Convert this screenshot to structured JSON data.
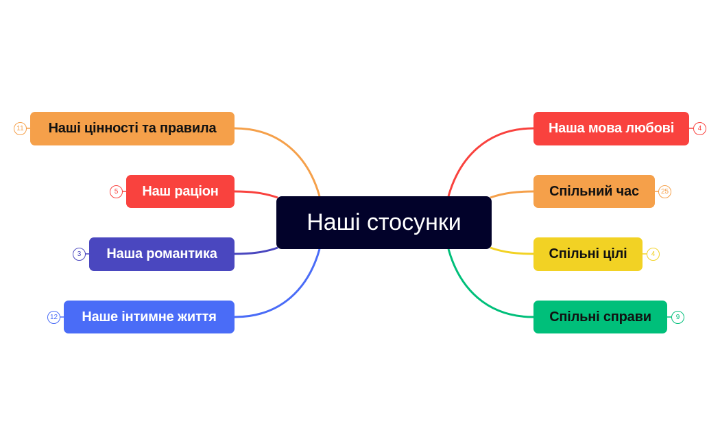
{
  "mindmap": {
    "central": {
      "label": "Наші стосунки",
      "color": "#02022a",
      "text_color": "#ffffff"
    },
    "left_branches": [
      {
        "label": "Наші цінності та правила",
        "count": "11",
        "color": "#F5A04A",
        "text_color": "#111111"
      },
      {
        "label": "Наш раціон",
        "count": "5",
        "color": "#F9423E",
        "text_color": "#ffffff"
      },
      {
        "label": "Наша романтика",
        "count": "3",
        "color": "#4A47BF",
        "text_color": "#ffffff"
      },
      {
        "label": "Наше інтимне життя",
        "count": "12",
        "color": "#4A6CF7",
        "text_color": "#ffffff"
      }
    ],
    "right_branches": [
      {
        "label": "Наша мова любові",
        "count": "4",
        "color": "#F9423E",
        "text_color": "#ffffff"
      },
      {
        "label": "Спільний час",
        "count": "25",
        "color": "#F5A04A",
        "text_color": "#111111"
      },
      {
        "label": "Спільні цілі",
        "count": "4",
        "color": "#F2D224",
        "text_color": "#111111"
      },
      {
        "label": "Спільні справи",
        "count": "9",
        "color": "#00BF7A",
        "text_color": "#111111"
      }
    ]
  }
}
